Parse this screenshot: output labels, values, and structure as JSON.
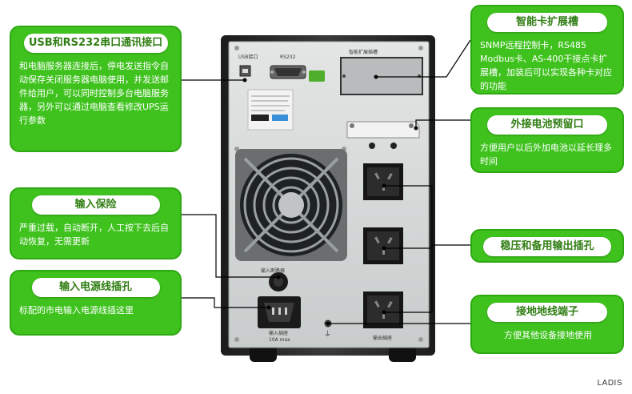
{
  "callouts": {
    "usb": {
      "title": "USB和RS232串口通讯接口",
      "body": "和电脑服务器连接后，停电发送指令自动保存关闭服务器电脑使用，并发送邮件给用户，可以同时控制多台电脑服务器，另外可以通过电脑查看修改UPS运行参数"
    },
    "fuse": {
      "title": "输入保险",
      "body": "严重过载，自动断开，人工按下去后自动恢复，无需更新"
    },
    "power_input": {
      "title": "输入电源线插孔",
      "body": "标配的市电输入电源线插这里"
    },
    "smart_card": {
      "title": "智能卡扩展槽",
      "body": "SNMP远程控制卡，RS485 Modbus卡、AS-400干接点卡扩展槽，加装后可以实现各种卡对应的功能"
    },
    "battery": {
      "title": "外接电池预留口",
      "body": "方便用户以后外加电池以延长理多时间"
    },
    "outlets": {
      "title": "稳压和备用输出插孔"
    },
    "ground": {
      "title": "接地地线端子",
      "body": "方便其他设备接地使用"
    }
  },
  "panel_labels": {
    "usb_port": "USB接口",
    "rs232_port": "RS232",
    "slot_label": "智能扩展插槽",
    "fuse_label": "输入断路器",
    "input_label": "输入插座",
    "input_rating": "10A max",
    "output_label": "输出插座"
  },
  "brand": "LADIS",
  "colors": {
    "accent": "#3fc21e",
    "pill_text": "#2f7d12",
    "cabinet": "#2a2a2a",
    "panel": "#d9dcdc"
  }
}
